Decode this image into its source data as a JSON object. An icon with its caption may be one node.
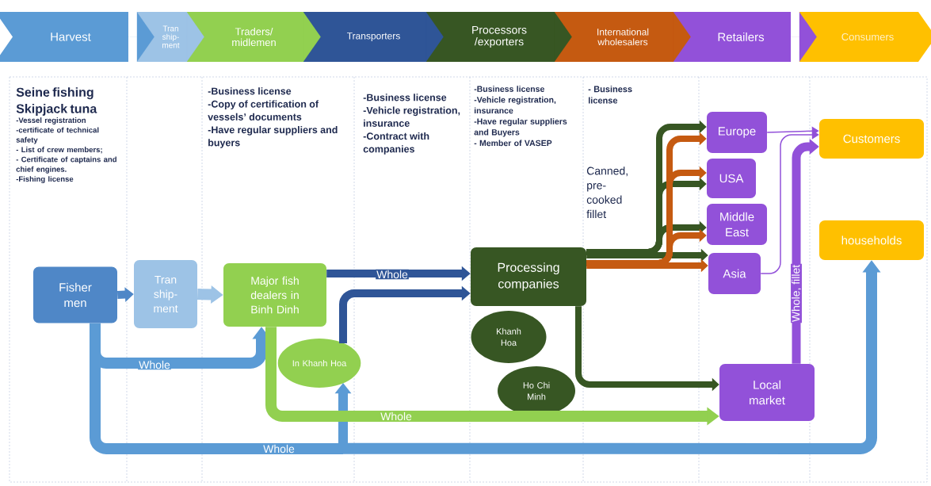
{
  "diagram": {
    "nodes": [
      {
        "text": [
          "Harvest"
        ]
      },
      {
        "text": [
          "Tran ship- ment"
        ]
      },
      {
        "text": [
          "Traders/ midlemen"
        ]
      },
      {
        "text": [
          "Transporters"
        ]
      },
      {
        "text": [
          "Processors /exporters"
        ]
      },
      {
        "text": [
          "International wholesalers"
        ]
      },
      {
        "text": [
          "Retailers"
        ]
      },
      {
        "text": [
          "Consumers"
        ]
      },
      {
        "text": [
          "Fisher men"
        ]
      },
      {
        "text": [
          "Tran ship- ment"
        ]
      },
      {
        "text": [
          "Major fish dealers in Binh Dinh"
        ]
      },
      {
        "text": [
          "In Khanh Hoa"
        ]
      },
      {
        "text": [
          "Processing companies"
        ]
      },
      {
        "text": [
          "Khanh Hoa"
        ]
      },
      {
        "text": [
          "Ho Chi Minh"
        ]
      },
      {
        "text": [
          "Europe"
        ]
      },
      {
        "text": [
          "USA"
        ]
      },
      {
        "text": [
          "Middle East"
        ]
      },
      {
        "text": [
          "Asia"
        ]
      },
      {
        "text": [
          "Local market"
        ]
      },
      {
        "text": [
          "Customers"
        ]
      },
      {
        "text": [
          "households"
        ]
      }
    ],
    "edges": [
      {
        "from": 8,
        "to": 9,
        "arrow": "to",
        "color": "#4f87c7"
      },
      {
        "from": 9,
        "to": 10,
        "arrow": "to",
        "color": "#9dc3e6"
      },
      {
        "from": 8,
        "to": 10,
        "arrow": "to",
        "label": "Whole",
        "color": "#5b9bd5"
      },
      {
        "from": 8,
        "to": 21,
        "arrow": "to",
        "label": "Whole",
        "color": "#5b9bd5"
      },
      {
        "from": 8,
        "to": 11,
        "arrow": "to",
        "color": "#5b9bd5"
      },
      {
        "from": 10,
        "to": 12,
        "arrow": "to",
        "label": "Whole",
        "color": "#2f5597"
      },
      {
        "from": 11,
        "to": 12,
        "arrow": "to",
        "color": "#2f5597"
      },
      {
        "from": 10,
        "to": 19,
        "arrow": "to",
        "label": "Whole",
        "color": "#92d050"
      },
      {
        "from": 12,
        "to": 15,
        "arrow": "to",
        "color": "#375623"
      },
      {
        "from": 12,
        "to": 16,
        "arrow": "to",
        "color": "#375623"
      },
      {
        "from": 12,
        "to": 17,
        "arrow": "to",
        "color": "#375623"
      },
      {
        "from": 12,
        "to": 18,
        "arrow": "to",
        "color": "#375623"
      },
      {
        "from": 12,
        "to": 15,
        "arrow": "to",
        "color": "#c55a11"
      },
      {
        "from": 12,
        "to": 16,
        "arrow": "to",
        "color": "#c55a11"
      },
      {
        "from": 12,
        "to": 17,
        "arrow": "to",
        "color": "#c55a11"
      },
      {
        "from": 12,
        "to": 18,
        "arrow": "to",
        "color": "#c55a11"
      },
      {
        "from": 12,
        "to": 19,
        "arrow": "to",
        "color": "#375623"
      },
      {
        "from": 19,
        "to": 20,
        "arrow": "to",
        "label": "Whole, fillet",
        "color": "#9251d9"
      },
      {
        "from": 15,
        "to": 20,
        "arrow": "to",
        "color": "#9251d9"
      },
      {
        "from": 18,
        "to": 20,
        "arrow": "to",
        "color": "#9251d9"
      },
      {
        "from": 0,
        "to": 1,
        "arrow": "to",
        "color": "#5b9bd5"
      },
      {
        "from": 1,
        "to": 2,
        "arrow": "to",
        "color": "#9dc3e6"
      },
      {
        "from": 2,
        "to": 3,
        "arrow": "to",
        "color": "#92d050"
      },
      {
        "from": 3,
        "to": 4,
        "arrow": "to",
        "color": "#2f5597"
      },
      {
        "from": 4,
        "to": 5,
        "arrow": "to",
        "color": "#375623"
      },
      {
        "from": 5,
        "to": 6,
        "arrow": "to",
        "color": "#c55a11"
      },
      {
        "from": 6,
        "to": 7,
        "arrow": "to",
        "color": "#9251d9"
      }
    ],
    "labels": [
      "Seine fishing Skipjack tuna",
      "-Vessel registration",
      "-certificate of technical safety",
      "- List of crew members;",
      "- Certificate of captains and chief engines.",
      "-Fishing license",
      "-Business license",
      "-Copy of certification of vessels’ documents",
      "-Have regular suppliers and buyers",
      "-Business license",
      "-Vehicle registration, insurance",
      "-Contract with companies",
      "-Business license",
      "-Vehicle registration, insurance",
      "-Have regular suppliers and Buyers",
      "- Member of VASEP",
      "- Business license",
      "Canned, pre-cooked fillet"
    ]
  }
}
